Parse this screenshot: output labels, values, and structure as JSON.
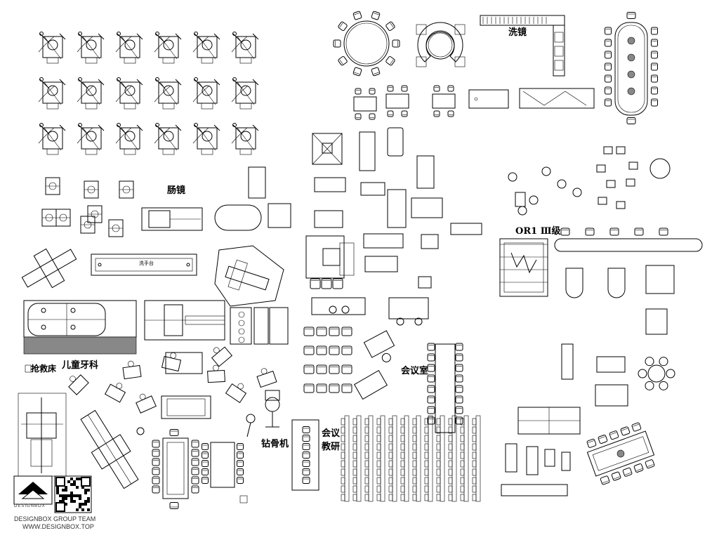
{
  "labels": {
    "wash_mirror": "洗镜",
    "gastroscope": "肠镜",
    "or_level3": "OR1 Ⅲ级",
    "washbasin": "洗手台",
    "rescue_bed": "抢救床",
    "child_dental": "儿童牙科",
    "meeting_room": "会议室",
    "meeting": "会议",
    "teaching": "教研",
    "bone_drill": "钻骨机"
  },
  "brand": {
    "name": "DESIGNBOX GROUP TEAM",
    "url": "WWW.DESIGNBOX.TOP",
    "logo_mark": "DESIGNBOX"
  },
  "colors": {
    "line": "#000000",
    "background": "#ffffff",
    "hatch": "#888888"
  }
}
